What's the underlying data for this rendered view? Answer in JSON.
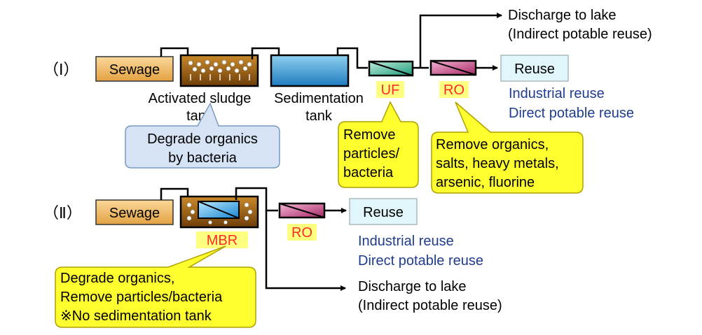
{
  "row1": {
    "marker": "（Ⅰ）",
    "sewage": "Sewage",
    "sludge_label": [
      "Activated sludge",
      "tank"
    ],
    "sed_label": [
      "Sedimentation",
      "tank"
    ],
    "uf": "UF",
    "ro": "RO",
    "discharge": [
      "Discharge to lake",
      "(Indirect potable reuse)"
    ],
    "reuse": "Reuse",
    "reuse_types": [
      "Industrial reuse",
      "Direct potable reuse"
    ],
    "callout_bacteria": [
      "Degrade organics",
      "by bacteria"
    ],
    "callout_uf": [
      "Remove",
      "particles/",
      "bacteria"
    ],
    "callout_ro": [
      "Remove organics,",
      "salts, heavy metals,",
      "arsenic, fluorine"
    ]
  },
  "row2": {
    "marker": "（Ⅱ）",
    "sewage": "Sewage",
    "mbr": "MBR",
    "ro": "RO",
    "reuse": "Reuse",
    "reuse_types": [
      "Industrial reuse",
      "Direct potable reuse"
    ],
    "discharge": [
      "Discharge to lake",
      "(Indirect potable reuse)"
    ],
    "callout_mbr": [
      "Degrade organics,",
      "Remove particles/bacteria",
      "※No sedimentation tank"
    ]
  },
  "colors": {
    "sewage_box": "#f0b860",
    "sludge_tank": "#7a4a10",
    "sed_water": "#4aa8dc",
    "uf_fill": "#3ab090",
    "ro_fill": "#c0407a",
    "mbr_fill": "#30a0e0",
    "reuse_box": "#e0f6fa",
    "label_red": "#ff2a2a",
    "label_bg_yellow": "#ffff80",
    "text_blue": "#1f3c8f",
    "callout_blue": "#d5e3f5",
    "callout_yellow": "#ffff30"
  }
}
